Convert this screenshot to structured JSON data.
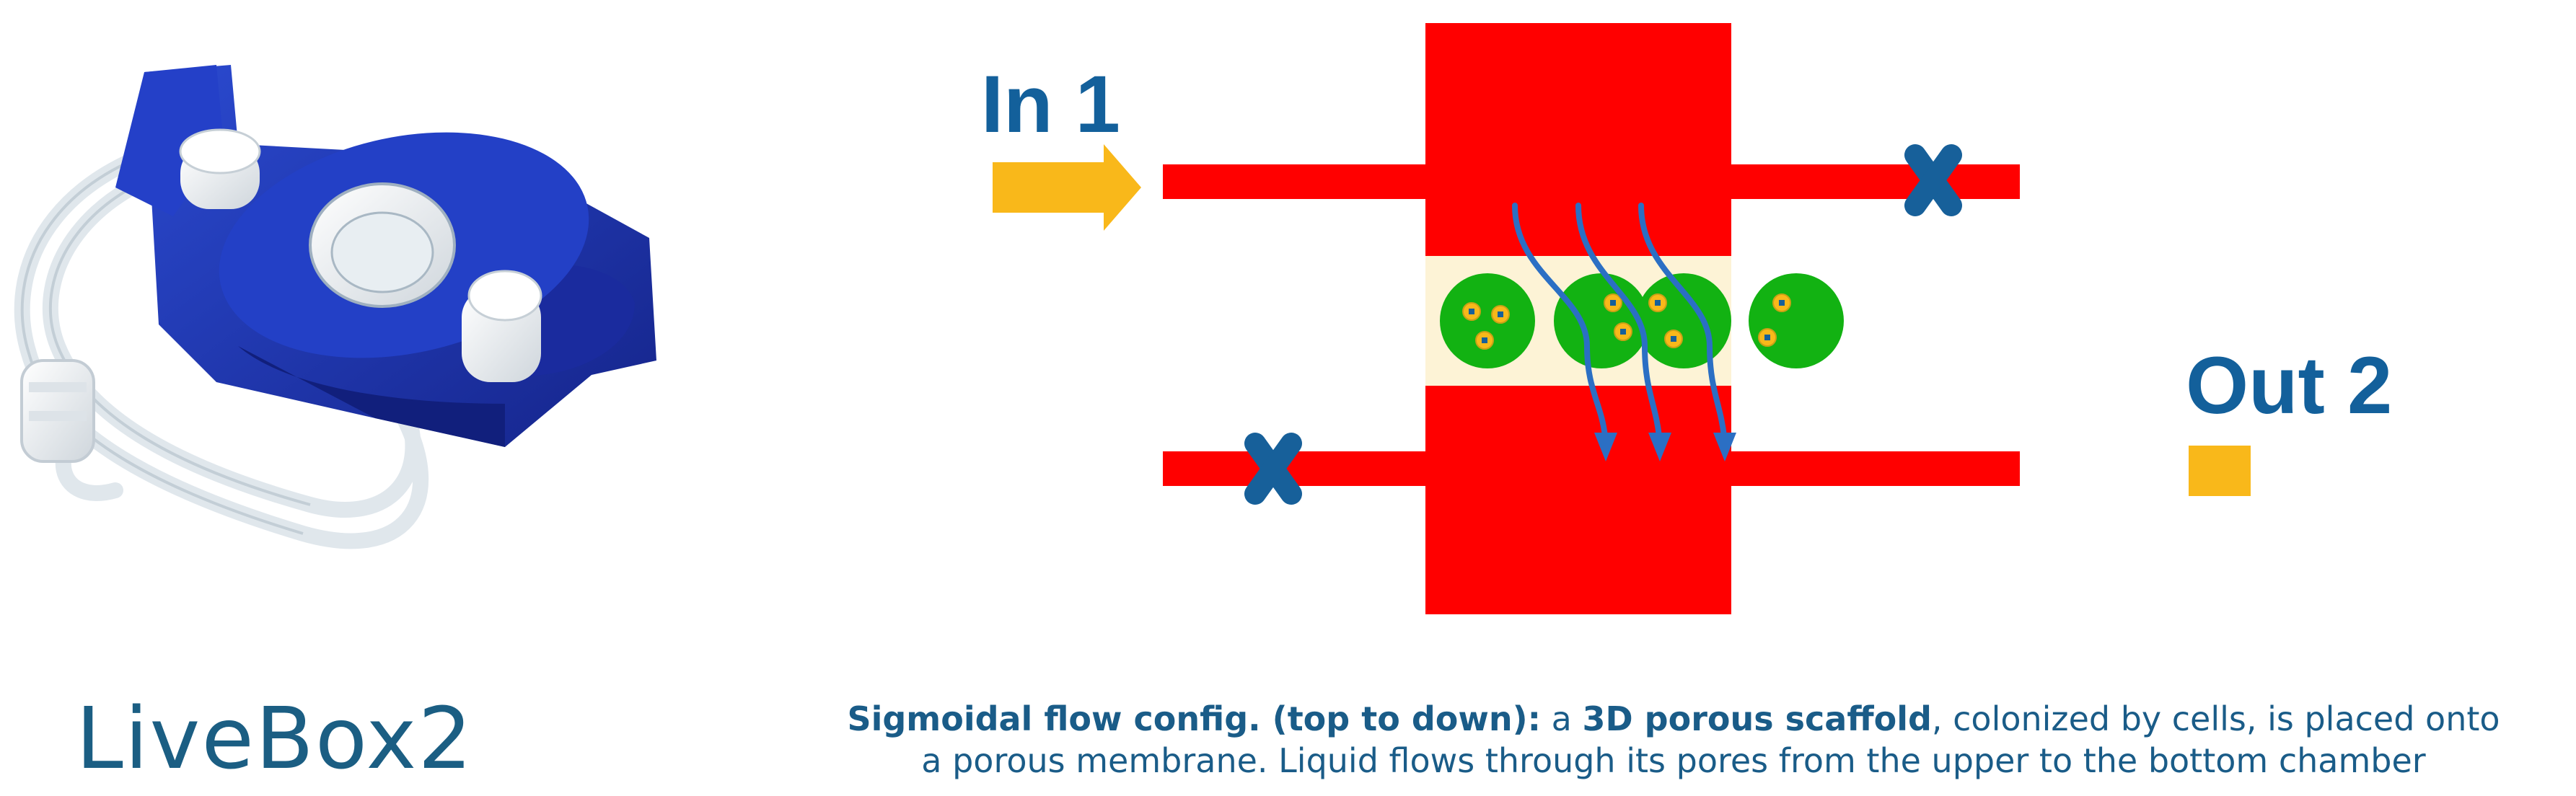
{
  "labels": {
    "inlet": "In 1",
    "outlet": "Out 2"
  },
  "logo": {
    "name": "LiveBox",
    "number": "2"
  },
  "caption": {
    "part1": "Sigmoidal flow config. (top to down):",
    "part2": " a ",
    "part3": "3D porous scaffold",
    "part4": ", colonized by cells, is placed onto",
    "part5": "a porous membrane. Liquid flows through its pores from the upper to the bottom chamber"
  },
  "colors": {
    "chamber": "#ff0000",
    "membrane": "#fdf3d6",
    "cell": "#12b212",
    "arrow": "#f9b81a",
    "blocked": "#17609a",
    "flow": "#2b6fc4",
    "device": "#1f36b8"
  },
  "icons": {
    "inlet_arrow": "arrow-right-icon",
    "outlet_arrow": "arrow-right-icon",
    "blocked_marker": "x-mark-icon"
  }
}
